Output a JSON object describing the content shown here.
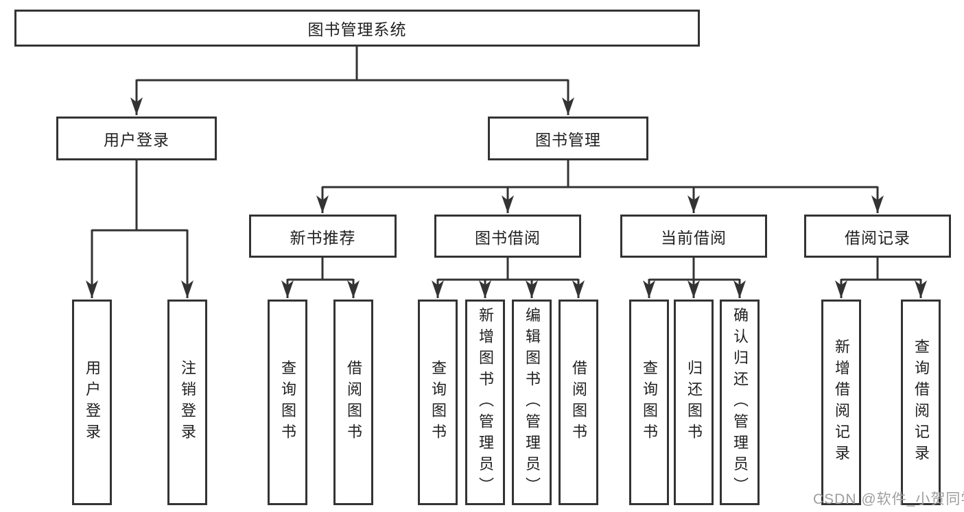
{
  "diagram": {
    "type": "tree",
    "label": "图书管理系统",
    "children": [
      {
        "label": "用户登录",
        "children": [
          {
            "label": "用户登录"
          },
          {
            "label": "注销登录"
          }
        ]
      },
      {
        "label": "图书管理",
        "children": [
          {
            "label": "新书推荐",
            "children": [
              {
                "label": "查询图书"
              },
              {
                "label": "借阅图书"
              }
            ]
          },
          {
            "label": "图书借阅",
            "children": [
              {
                "label": "查询图书"
              },
              {
                "label": "新增图书（管理员）"
              },
              {
                "label": "编辑图书（管理员）"
              },
              {
                "label": "借阅图书"
              }
            ]
          },
          {
            "label": "当前借阅",
            "children": [
              {
                "label": "查询图书"
              },
              {
                "label": "归还图书"
              },
              {
                "label": "确认归还（管理员）"
              }
            ]
          },
          {
            "label": "借阅记录",
            "children": [
              {
                "label": "新增借阅记录"
              },
              {
                "label": "查询借阅记录"
              }
            ]
          }
        ]
      }
    ]
  },
  "watermark": "CSDN @软件_小贺同学",
  "colors": {
    "line": "#333333",
    "box_border": "#333333",
    "box_fill": "#ffffff",
    "text": "#1f1f1f",
    "watermark": "#9e9e9e"
  }
}
